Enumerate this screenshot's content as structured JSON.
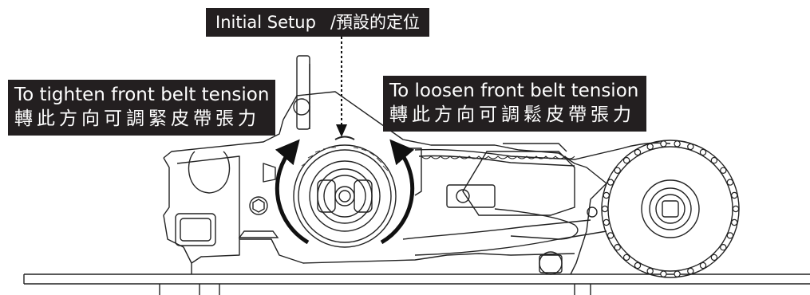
{
  "labels": {
    "initial_setup_en": "Initial Setup",
    "initial_setup_zh": "/預設的定位",
    "tighten_en": "To tighten front belt tension",
    "tighten_zh": "轉此方向可調緊皮帶張力",
    "loosen_en": "To loosen front belt tension",
    "loosen_zh": "轉此方向可調鬆皮帶張力"
  },
  "colors": {
    "label_background": "#231f20",
    "label_text": "#ffffff",
    "line_art": "#1a1a1a",
    "background": "#ffffff"
  },
  "icons": {
    "tighten_arrow": "counterclockwise-arrow-icon",
    "loosen_arrow": "clockwise-arrow-icon",
    "setup_marker": "dotted-arrow-down-icon"
  }
}
